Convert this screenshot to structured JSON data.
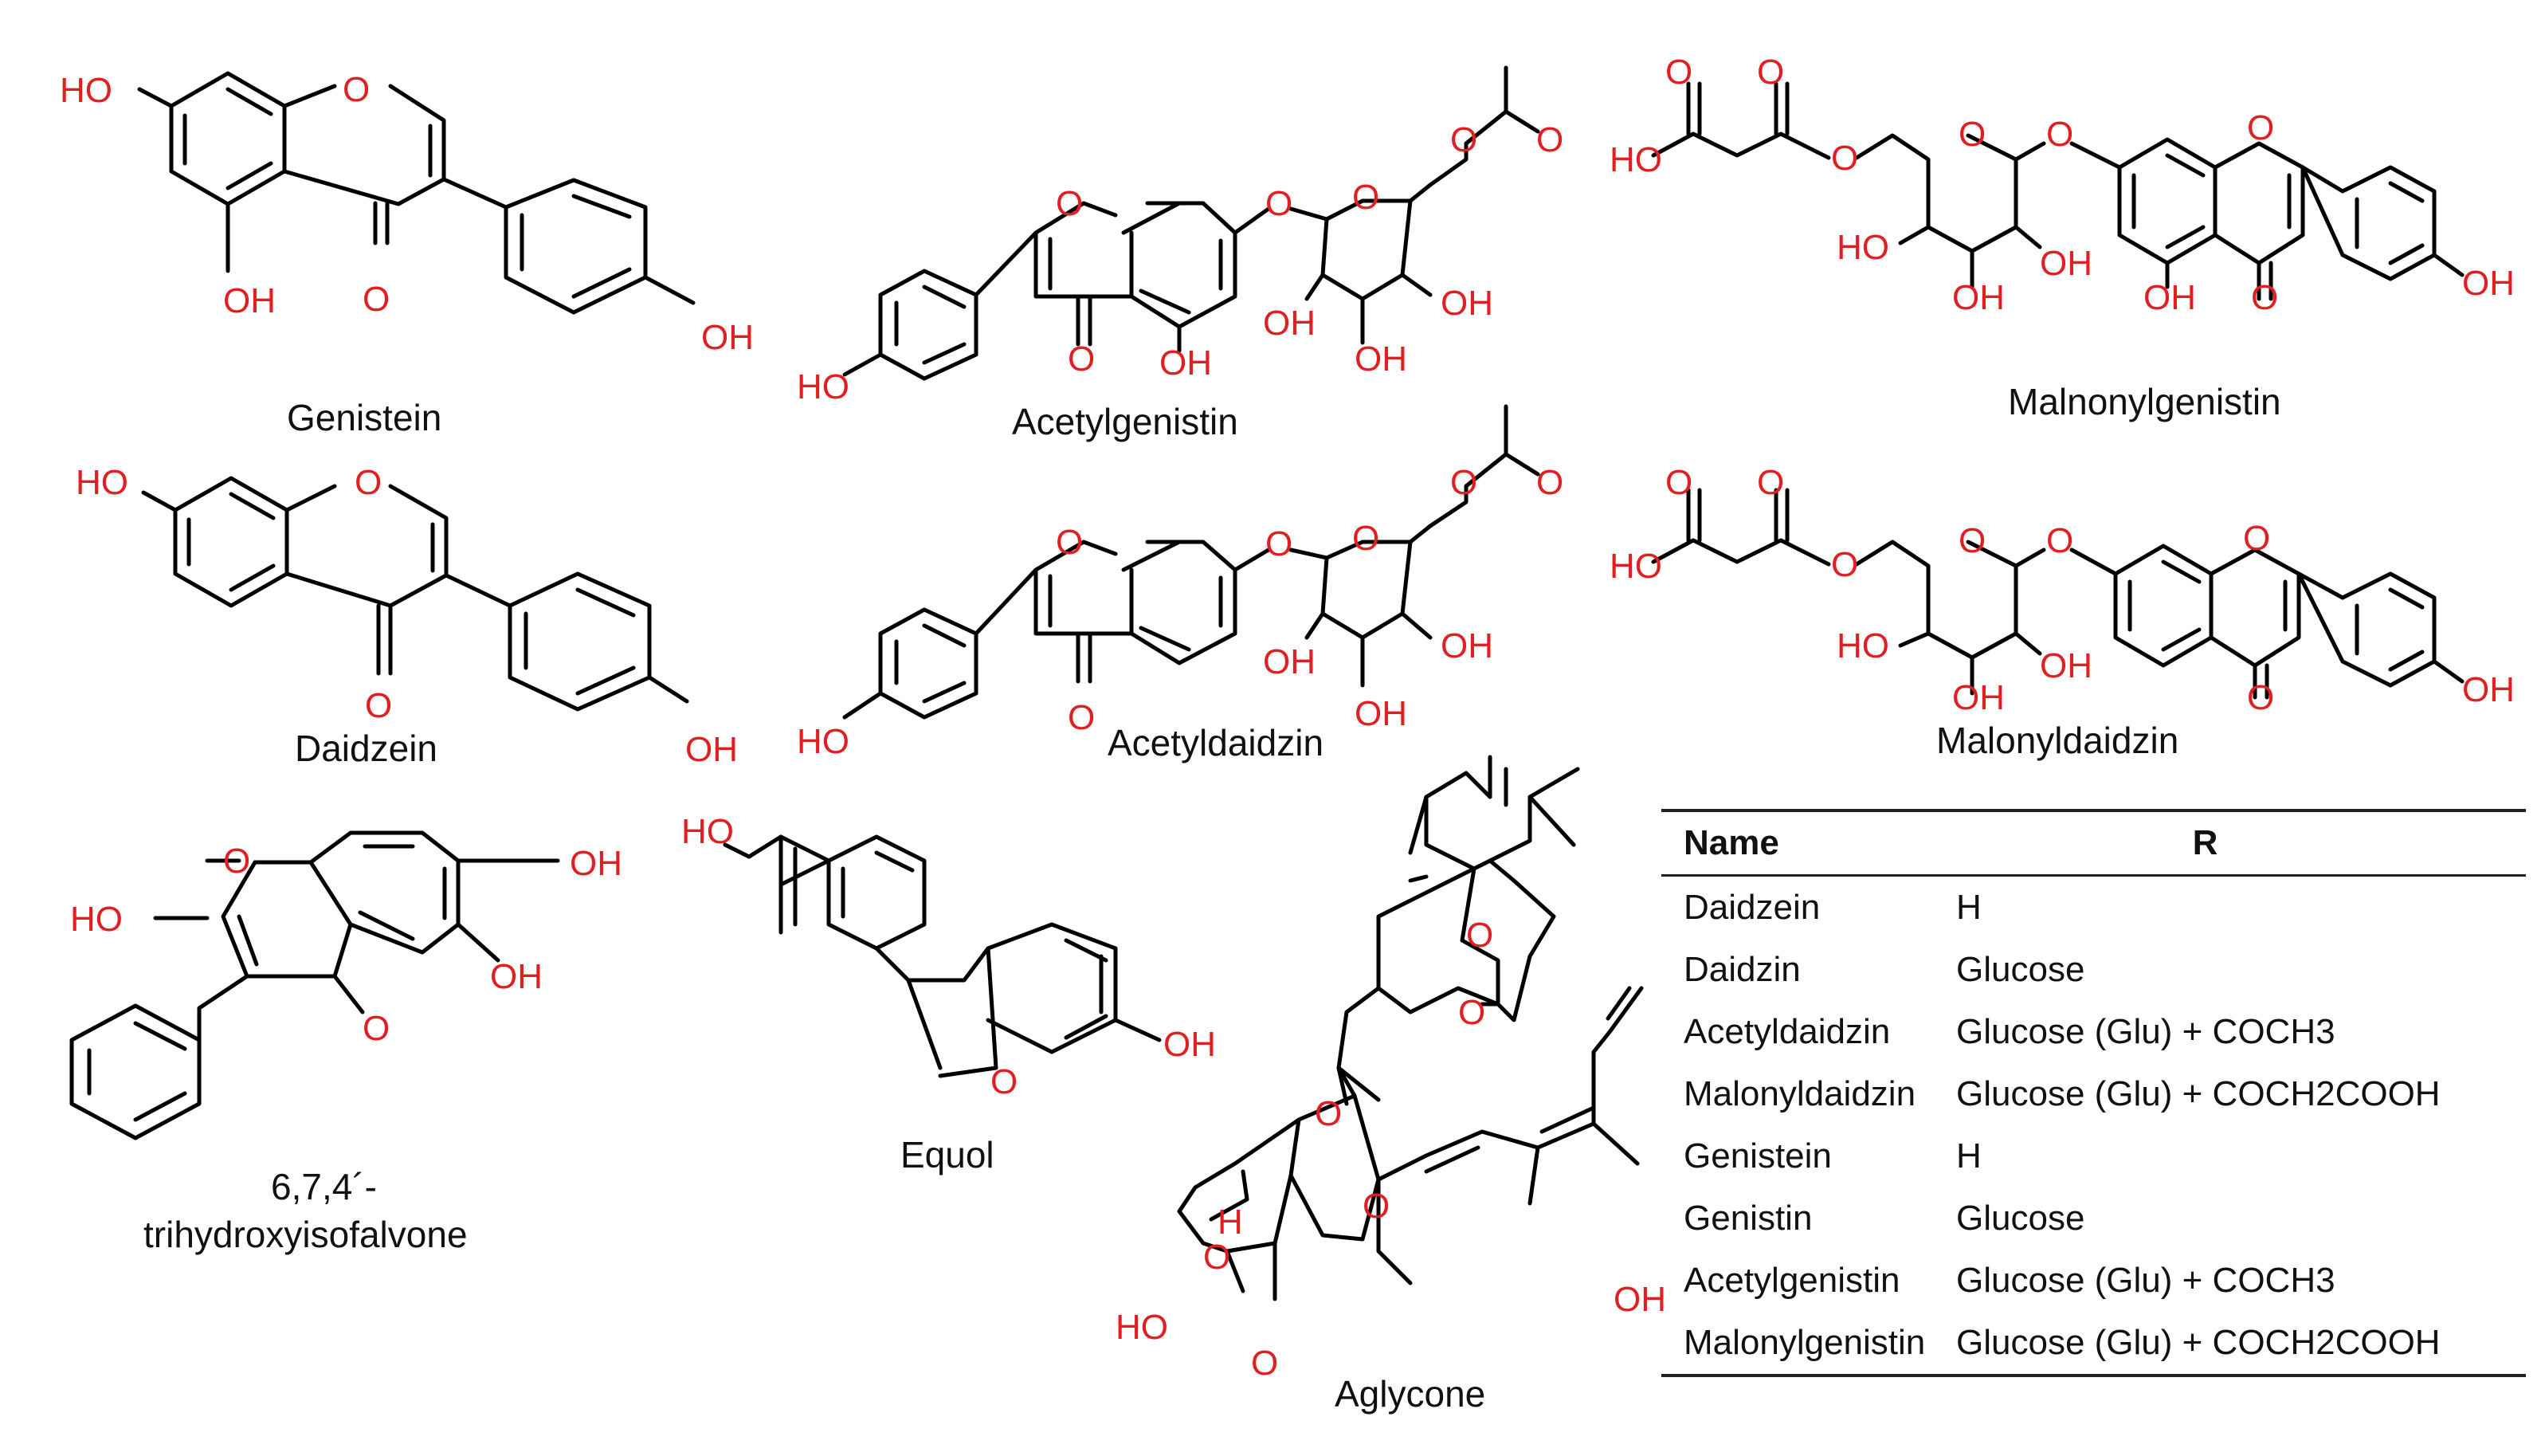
{
  "compounds": {
    "genistein": {
      "name": "Genistein",
      "atoms": {
        "ho": "HO",
        "o_ring": "O",
        "oh5": "OH",
        "o_keto": "O",
        "oh4": "OH"
      }
    },
    "acetylgenistin": {
      "name": "Acetylgenistin",
      "atoms": {
        "o_ring": "O",
        "o_link": "O",
        "o_sugar": "O",
        "o_ester": "O",
        "o_acyl": "O",
        "o_keto": "O",
        "oh5": "OH",
        "ho": "HO",
        "oh2": "OH",
        "oh3": "OH",
        "oh4": "OH"
      }
    },
    "malnonylgenistin": {
      "name": "Malnonylgenistin",
      "atoms": {
        "o1": "O",
        "o2": "O",
        "ho": "HO",
        "o_ester": "O",
        "o_sugar": "O",
        "o_link": "O",
        "o_ring": "O",
        "ho4": "HO",
        "oh3": "OH",
        "oh2": "OH",
        "oh5": "OH",
        "o_keto": "O",
        "oh4p": "OH"
      }
    },
    "daidzein": {
      "name": "Daidzein",
      "atoms": {
        "ho": "HO",
        "o_ring": "O",
        "o_keto": "O",
        "oh4": "OH"
      }
    },
    "acetyldaidzin": {
      "name": "Acetyldaidzin",
      "atoms": {
        "o_ring": "O",
        "o_link": "O",
        "o_sugar": "O",
        "o_ester": "O",
        "o_acyl": "O",
        "o_keto": "O",
        "ho": "HO",
        "oh2": "OH",
        "oh3": "OH",
        "oh4": "OH"
      }
    },
    "malonyldaidzin": {
      "name": "Malonyldaidzin",
      "atoms": {
        "o1": "O",
        "o2": "O",
        "ho": "HO",
        "o_ester": "O",
        "o_sugar": "O",
        "o_link": "O",
        "o_ring": "O",
        "ho4": "HO",
        "oh3": "OH",
        "oh2": "OH",
        "o_keto": "O",
        "oh4p": "OH"
      }
    },
    "trihydroxy": {
      "name_line1": "6,7,4´-",
      "name_line2": "trihydroxyisofalvone",
      "atoms": {
        "o_ring": "O",
        "ho": "HO",
        "oh7": "OH",
        "oh6": "OH",
        "o_keto": "O"
      }
    },
    "equol": {
      "name": "Equol",
      "atoms": {
        "ho": "HO",
        "o_ring": "O",
        "oh": "OH"
      }
    },
    "aglycone": {
      "name": "Aglycone",
      "atoms": {
        "o_pyran1": "O",
        "o_pyran2": "O",
        "o_ester": "O",
        "o_carbonyl": "O",
        "h": "H",
        "o_bridge": "O",
        "ho": "HO",
        "o_furan": "O",
        "oh": "OH"
      }
    }
  },
  "table": {
    "headers": [
      "Name",
      "R"
    ],
    "rows": [
      [
        "Daidzein",
        "H"
      ],
      [
        "Daidzin",
        "Glucose"
      ],
      [
        "Acetyldaidzin",
        "Glucose (Glu) + COCH3"
      ],
      [
        "Malonyldaidzin",
        "Glucose (Glu) + COCH2COOH"
      ],
      [
        "Genistein",
        "H"
      ],
      [
        "Genistin",
        "Glucose"
      ],
      [
        "Acetylgenistin",
        "Glucose (Glu) + COCH3"
      ],
      [
        "Malonylgenistin",
        "Glucose (Glu) + COCH2COOH"
      ]
    ]
  },
  "colors": {
    "heteroatom": "#e02020",
    "bond": "#000000",
    "text": "#111111"
  }
}
